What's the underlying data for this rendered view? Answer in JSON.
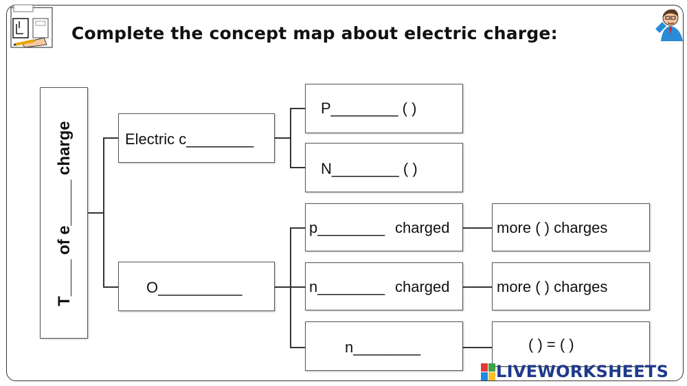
{
  "title": "Complete the concept map about electric charge:",
  "root": {
    "label": "T____  of  e_____  charge"
  },
  "level1": {
    "electric": "Electric  c________",
    "origin": "O__________"
  },
  "charges": {
    "positive": "P________  (     )",
    "negative": "N________  (     )"
  },
  "objects": {
    "positively": {
      "blank": "p________",
      "word": "charged"
    },
    "negatively": {
      "blank": "n________",
      "word": "charged"
    },
    "neutral": {
      "blank": "n________"
    }
  },
  "results": {
    "more1": "more  (     )  charges",
    "more2": "more  (     )  charges",
    "equal": "(     )  =  (     )"
  },
  "brand": {
    "text": "LIVEWORKSHEETS",
    "letters": [
      "L",
      "I",
      "V",
      "E"
    ]
  },
  "colors": {
    "brand_text": "#1e3a8a",
    "brand_l": "#e53935",
    "brand_i": "#43a047",
    "brand_v": "#1e88e5",
    "brand_e": "#fbc02d"
  }
}
